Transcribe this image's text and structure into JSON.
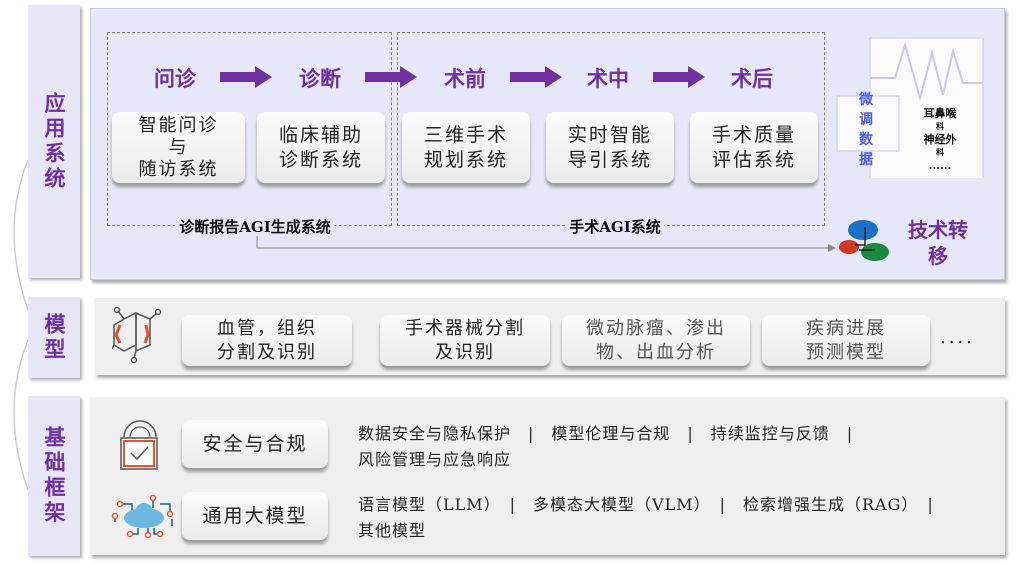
{
  "sections": {
    "app": "应用系统",
    "model": "模型",
    "base": "基础框架"
  },
  "stages": [
    "问诊",
    "诊断",
    "术前",
    "术中",
    "术后"
  ],
  "app_boxes": [
    [
      "智能问诊",
      "与",
      "随访系统"
    ],
    [
      "临床辅助",
      "诊断系统"
    ],
    [
      "三维手术",
      "规划系统"
    ],
    [
      "实时智能",
      "导引系统"
    ],
    [
      "手术质量",
      "评估系统"
    ]
  ],
  "groups": {
    "diagnosis": "诊断报告AGI生成系统",
    "surgery": "手术AGI系统"
  },
  "finetune": {
    "label": [
      "微",
      "调",
      "数",
      "据"
    ],
    "depts": [
      "耳鼻喉",
      "科",
      "神经外",
      "科",
      "......"
    ]
  },
  "transfer": [
    "技术转",
    "移"
  ],
  "models": [
    [
      "血管，组织",
      "分割及识别"
    ],
    [
      "手术器械分割",
      "及识别"
    ],
    [
      "微动脉瘤、渗出",
      "物、出血分析"
    ],
    [
      "疾病进展",
      "预测模型"
    ]
  ],
  "models_more": "....",
  "base": [
    {
      "button": "安全与合规",
      "lines": [
        "数据安全与隐私保护　|　模型伦理与合规　|　持续监控与反馈　|",
        "风险管理与应急响应"
      ]
    },
    {
      "button": "通用大模型",
      "lines": [
        "语言模型（LLM）　|　多模态大模型（VLM）　|　检索增强生成（RAG）　|",
        "其他模型"
      ]
    }
  ],
  "colors": {
    "accent": "#7030a0",
    "panel": "#e6e8fa",
    "gray": "#efefef"
  }
}
